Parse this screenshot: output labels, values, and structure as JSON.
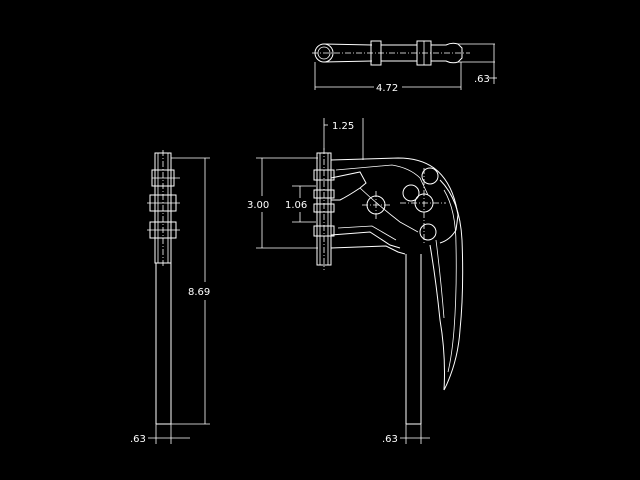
{
  "dimensions": {
    "top_width": "4.72",
    "top_height": ".63",
    "jaw_width": "1.25",
    "height_total": "3.00",
    "hole_spacing": "1.06",
    "side_length": "8.69",
    "side_width": ".63",
    "handle_width": ".63"
  }
}
